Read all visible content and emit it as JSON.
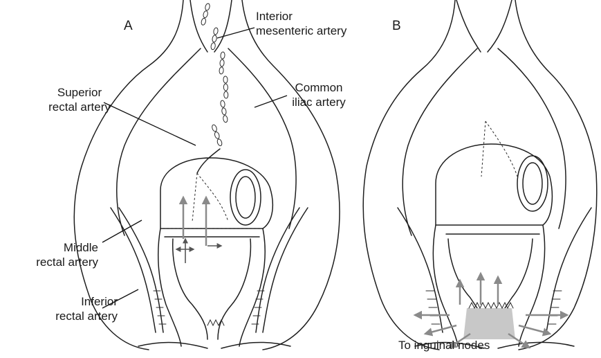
{
  "panels": {
    "a": {
      "letter": "A"
    },
    "b": {
      "letter": "B"
    }
  },
  "labels": {
    "inferior_mesenteric": [
      "Interior",
      "mesenteric artery"
    ],
    "superior_rectal": [
      "Superior",
      "rectal artery"
    ],
    "common_iliac": [
      "Common",
      "iliac artery"
    ],
    "middle_rectal": [
      "Middle",
      "rectal artery"
    ],
    "inferior_rectal": [
      "Inferior",
      "rectal artery"
    ],
    "inguinal": "To inguinal nodes"
  },
  "colors": {
    "line": "#1e1e1e",
    "arrow": "#8a8a8a",
    "shade": "#c8c8c8"
  }
}
